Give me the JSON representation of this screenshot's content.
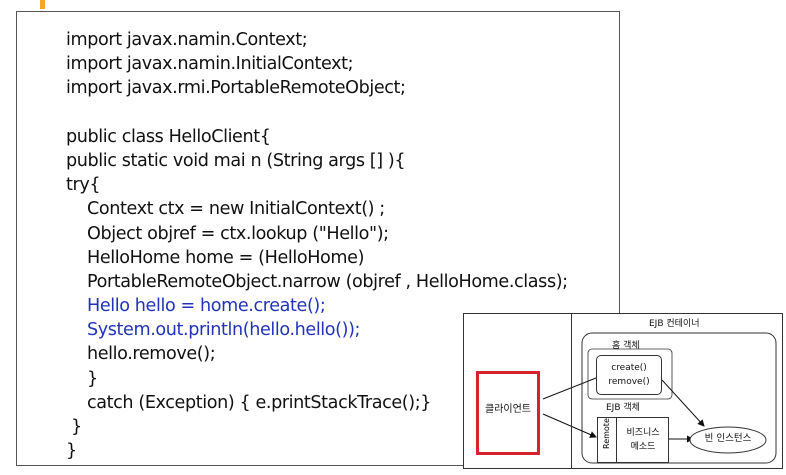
{
  "code": {
    "lines": [
      {
        "text": "import javax.namin.Context;",
        "indent": 0,
        "color": "black"
      },
      {
        "text": "import javax.namin.InitialContext;",
        "indent": 0,
        "color": "black"
      },
      {
        "text": "import javax.rmi.PortableRemoteObject;",
        "indent": 0,
        "color": "black"
      },
      {
        "text": "",
        "indent": 0,
        "color": "black"
      },
      {
        "text": "public class HelloClient{",
        "indent": 0,
        "color": "black"
      },
      {
        "text": "public static void mai n (String args [] ){",
        "indent": 0,
        "color": "black"
      },
      {
        "text": "try{",
        "indent": 0,
        "color": "black"
      },
      {
        "text": "Context ctx = new InitialContext() ;",
        "indent": 1,
        "color": "black"
      },
      {
        "text": "Object objref = ctx.lookup (\"Hello\");",
        "indent": 1,
        "color": "black"
      },
      {
        "text": "HelloHome home = (HelloHome)",
        "indent": 1,
        "color": "black"
      },
      {
        "text": "PortableRemoteObject.narrow (objref , HelloHome.class);",
        "indent": 1,
        "color": "black"
      },
      {
        "text": "Hello hello = home.create();",
        "indent": 1,
        "color": "blue"
      },
      {
        "text": "System.out.println(hello.hello());",
        "indent": 1,
        "color": "blue"
      },
      {
        "text": "hello.remove();",
        "indent": 1,
        "color": "black"
      },
      {
        "text": "}",
        "indent": 1,
        "color": "black"
      },
      {
        "text": "catch (Exception) { e.printStackTrace();}",
        "indent": 1,
        "color": "black"
      },
      {
        "text": "}",
        "indent": 0.2,
        "color": "black"
      },
      {
        "text": "}",
        "indent": 0,
        "color": "black"
      }
    ]
  },
  "diagram": {
    "container_title": "EJB 컨테이너",
    "client_label": "클라이언트",
    "home_title": "홈 객체",
    "home_methods": [
      "create()",
      "remove()"
    ],
    "ejb_object_title": "EJB 객체",
    "remote_label": "Remote",
    "business_methods": [
      "비즈니스",
      "메소드"
    ],
    "bean_instance": "빈 인스턴스"
  },
  "colors": {
    "accent": "#f5a623",
    "code_blue": "#2233bb",
    "client_border": "#d6222e"
  }
}
